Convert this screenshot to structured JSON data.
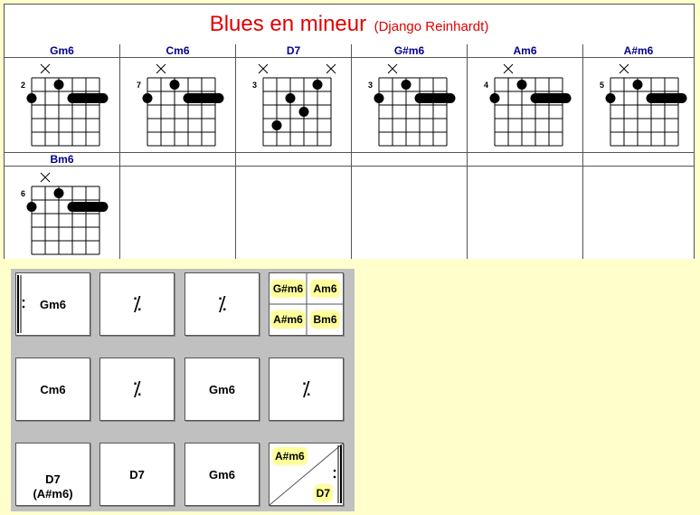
{
  "title": {
    "main": "Blues en mineur",
    "subtitle": "(Django Reinhardt)"
  },
  "colors": {
    "title": "#e00000",
    "chord_name": "#00008b",
    "highlight": "#ffff99",
    "page_bg": "#ffffcc",
    "panel_bg": "#c0c0c0"
  },
  "chords": [
    {
      "name": "Gm6",
      "fret": "2",
      "muted": [
        1
      ],
      "dots": [
        [
          0,
          1
        ],
        [
          2,
          0
        ]
      ],
      "barre": [
        3,
        5,
        1
      ]
    },
    {
      "name": "Cm6",
      "fret": "7",
      "muted": [
        1
      ],
      "dots": [
        [
          0,
          1
        ],
        [
          2,
          0
        ]
      ],
      "barre": [
        3,
        5,
        1
      ]
    },
    {
      "name": "D7",
      "fret": "3",
      "muted": [
        0,
        5
      ],
      "dots": [
        [
          1,
          3
        ],
        [
          2,
          1
        ],
        [
          3,
          2
        ],
        [
          4,
          0
        ]
      ],
      "barre": null
    },
    {
      "name": "G#m6",
      "fret": "3",
      "muted": [
        1
      ],
      "dots": [
        [
          0,
          1
        ],
        [
          2,
          0
        ]
      ],
      "barre": [
        3,
        5,
        1
      ]
    },
    {
      "name": "Am6",
      "fret": "4",
      "muted": [
        1
      ],
      "dots": [
        [
          0,
          1
        ],
        [
          2,
          0
        ]
      ],
      "barre": [
        3,
        5,
        1
      ]
    },
    {
      "name": "A#m6",
      "fret": "5",
      "muted": [
        1
      ],
      "dots": [
        [
          0,
          1
        ],
        [
          2,
          0
        ]
      ],
      "barre": [
        3,
        5,
        1
      ]
    },
    {
      "name": "Bm6",
      "fret": "6",
      "muted": [
        1
      ],
      "dots": [
        [
          0,
          1
        ],
        [
          2,
          0
        ]
      ],
      "barre": [
        3,
        5,
        1
      ]
    }
  ],
  "grid": {
    "rows": [
      [
        {
          "type": "chord",
          "label": "Gm6"
        },
        {
          "type": "repeat",
          "label": "⁒"
        },
        {
          "type": "repeat",
          "label": "⁒"
        },
        {
          "type": "quad",
          "labels": [
            "G#m6",
            "Am6",
            "A#m6",
            "Bm6"
          ]
        }
      ],
      [
        {
          "type": "chord",
          "label": "Cm6"
        },
        {
          "type": "repeat",
          "label": "⁒"
        },
        {
          "type": "chord",
          "label": "Gm6"
        },
        {
          "type": "repeat",
          "label": "⁒"
        }
      ],
      [
        {
          "type": "chord2",
          "label": "D7",
          "label2": "(A#m6)"
        },
        {
          "type": "chord",
          "label": "D7"
        },
        {
          "type": "chord",
          "label": "Gm6"
        },
        {
          "type": "split",
          "labels": [
            "A#m6",
            "D7"
          ]
        }
      ]
    ]
  }
}
